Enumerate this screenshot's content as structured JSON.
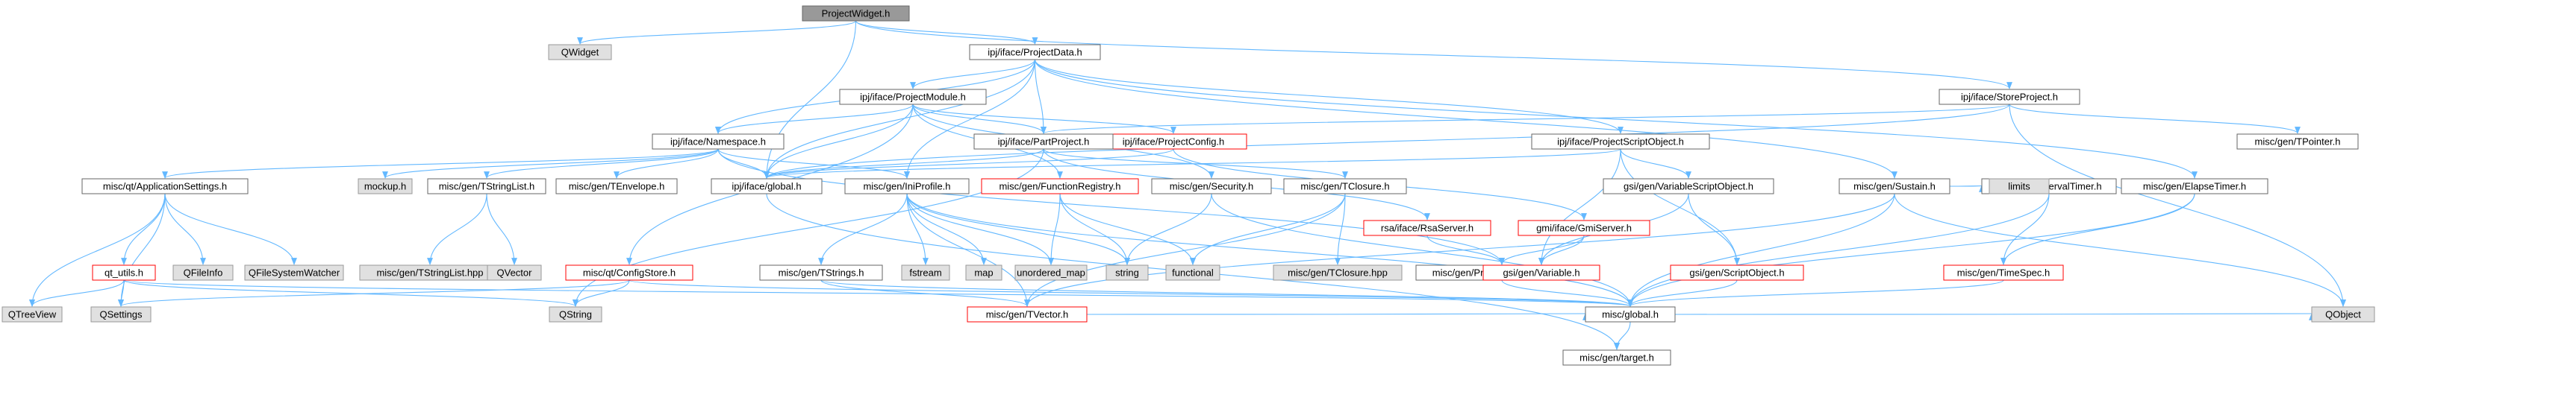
{
  "colors": {
    "edge": "#63b8ff",
    "fill_root": "#999999",
    "fill_normal": "#ffffff",
    "fill_missing": "#e0e0e0",
    "stroke_normal": "#666666",
    "stroke_missing": "#999999",
    "stroke_error": "#ff0000"
  },
  "nodes": [
    {
      "id": "ProjectWidget",
      "label": "ProjectWidget.h",
      "kind": "root"
    },
    {
      "id": "QWidget",
      "label": "QWidget",
      "kind": "missing"
    },
    {
      "id": "ProjectData",
      "label": "ipj/iface/ProjectData.h",
      "kind": "normal"
    },
    {
      "id": "StoreProject",
      "label": "ipj/iface/StoreProject.h",
      "kind": "normal"
    },
    {
      "id": "ProjectModule",
      "label": "ipj/iface/ProjectModule.h",
      "kind": "normal"
    },
    {
      "id": "Namespace",
      "label": "ipj/iface/Namespace.h",
      "kind": "normal"
    },
    {
      "id": "ProjectConfig",
      "label": "ipj/iface/ProjectConfig.h",
      "kind": "error"
    },
    {
      "id": "PartProject",
      "label": "ipj/iface/PartProject.h",
      "kind": "normal"
    },
    {
      "id": "ProjectScriptObject",
      "label": "ipj/iface/ProjectScriptObject.h",
      "kind": "normal"
    },
    {
      "id": "Sustain",
      "label": "misc/gen/Sustain.h",
      "kind": "normal"
    },
    {
      "id": "TPointer",
      "label": "misc/gen/TPointer.h",
      "kind": "normal"
    },
    {
      "id": "AppSettings",
      "label": "misc/qt/ApplicationSettings.h",
      "kind": "normal"
    },
    {
      "id": "mockup",
      "label": "mockup.h",
      "kind": "missing"
    },
    {
      "id": "TStringList",
      "label": "misc/gen/TStringList.h",
      "kind": "normal"
    },
    {
      "id": "TEnvelope",
      "label": "misc/gen/TEnvelope.h",
      "kind": "normal"
    },
    {
      "id": "ipjGlobal",
      "label": "ipj/iface/global.h",
      "kind": "normal"
    },
    {
      "id": "IniProfile",
      "label": "misc/gen/IniProfile.h",
      "kind": "normal"
    },
    {
      "id": "FunctionRegistry",
      "label": "misc/gen/FunctionRegistry.h",
      "kind": "error"
    },
    {
      "id": "Security",
      "label": "misc/gen/Security.h",
      "kind": "normal"
    },
    {
      "id": "TClosure",
      "label": "misc/gen/TClosure.h",
      "kind": "normal"
    },
    {
      "id": "RsaServer",
      "label": "rsa/iface/RsaServer.h",
      "kind": "error"
    },
    {
      "id": "GmiServer",
      "label": "gmi/iface/GmiServer.h",
      "kind": "error"
    },
    {
      "id": "VariableScriptObject",
      "label": "gsi/gen/VariableScriptObject.h",
      "kind": "normal"
    },
    {
      "id": "IntervalTimer",
      "label": "misc/gen/IntervalTimer.h",
      "kind": "normal"
    },
    {
      "id": "limits",
      "label": "limits",
      "kind": "missing"
    },
    {
      "id": "ElapseTimer",
      "label": "misc/gen/ElapseTimer.h",
      "kind": "normal"
    },
    {
      "id": "QTreeView",
      "label": "QTreeView",
      "kind": "missing"
    },
    {
      "id": "qt_utils",
      "label": "qt_utils.h",
      "kind": "error"
    },
    {
      "id": "QFileInfo",
      "label": "QFileInfo",
      "kind": "missing"
    },
    {
      "id": "QFileSystemWatcher",
      "label": "QFileSystemWatcher",
      "kind": "missing"
    },
    {
      "id": "TStringListHpp",
      "label": "misc/gen/TStringList.hpp",
      "kind": "missing"
    },
    {
      "id": "QVector",
      "label": "QVector",
      "kind": "missing"
    },
    {
      "id": "ConfigStore",
      "label": "misc/qt/ConfigStore.h",
      "kind": "error"
    },
    {
      "id": "TStrings",
      "label": "misc/gen/TStrings.h",
      "kind": "normal"
    },
    {
      "id": "fstream",
      "label": "fstream",
      "kind": "missing"
    },
    {
      "id": "map",
      "label": "map",
      "kind": "missing"
    },
    {
      "id": "unordered_map",
      "label": "unordered_map",
      "kind": "missing"
    },
    {
      "id": "string",
      "label": "string",
      "kind": "missing"
    },
    {
      "id": "functional",
      "label": "functional",
      "kind": "missing"
    },
    {
      "id": "TClosureHpp",
      "label": "misc/gen/TClosure.hpp",
      "kind": "missing"
    },
    {
      "id": "PropertySheetDialog",
      "label": "misc/gen/PropertySheetDialog.h",
      "kind": "normal"
    },
    {
      "id": "Variable",
      "label": "gsi/gen/Variable.h",
      "kind": "error"
    },
    {
      "id": "ScriptObject",
      "label": "gsi/gen/ScriptObject.h",
      "kind": "error"
    },
    {
      "id": "TimeSpec",
      "label": "misc/gen/TimeSpec.h",
      "kind": "error"
    },
    {
      "id": "QSettings",
      "label": "QSettings",
      "kind": "missing"
    },
    {
      "id": "QString",
      "label": "QString",
      "kind": "missing"
    },
    {
      "id": "TVector",
      "label": "misc/gen/TVector.h",
      "kind": "error"
    },
    {
      "id": "miscGlobal",
      "label": "misc/global.h",
      "kind": "normal"
    },
    {
      "id": "QObject",
      "label": "QObject",
      "kind": "missing"
    },
    {
      "id": "target",
      "label": "misc/gen/target.h",
      "kind": "normal"
    }
  ],
  "edges": [
    [
      "ProjectWidget",
      "QWidget"
    ],
    [
      "ProjectWidget",
      "ProjectData"
    ],
    [
      "ProjectWidget",
      "StoreProject"
    ],
    [
      "ProjectWidget",
      "ipjGlobal"
    ],
    [
      "ProjectData",
      "ProjectModule"
    ],
    [
      "ProjectData",
      "Namespace"
    ],
    [
      "ProjectData",
      "PartProject"
    ],
    [
      "ProjectData",
      "ProjectScriptObject"
    ],
    [
      "ProjectData",
      "Sustain"
    ],
    [
      "ProjectData",
      "ElapseTimer"
    ],
    [
      "ProjectData",
      "ipjGlobal"
    ],
    [
      "ProjectData",
      "IniProfile"
    ],
    [
      "StoreProject",
      "TPointer"
    ],
    [
      "StoreProject",
      "PartProject"
    ],
    [
      "StoreProject",
      "ipjGlobal"
    ],
    [
      "StoreProject",
      "QObject"
    ],
    [
      "ProjectModule",
      "Namespace"
    ],
    [
      "ProjectModule",
      "ProjectConfig"
    ],
    [
      "ProjectModule",
      "PartProject"
    ],
    [
      "ProjectModule",
      "ipjGlobal"
    ],
    [
      "ProjectModule",
      "FunctionRegistry"
    ],
    [
      "ProjectModule",
      "Security"
    ],
    [
      "ProjectModule",
      "ConfigStore"
    ],
    [
      "Namespace",
      "AppSettings"
    ],
    [
      "Namespace",
      "mockup"
    ],
    [
      "Namespace",
      "TStringList"
    ],
    [
      "Namespace",
      "TEnvelope"
    ],
    [
      "Namespace",
      "ipjGlobal"
    ],
    [
      "Namespace",
      "IniProfile"
    ],
    [
      "Namespace",
      "PropertySheetDialog"
    ],
    [
      "ProjectConfig",
      "ipjGlobal"
    ],
    [
      "ProjectConfig",
      "GmiServer"
    ],
    [
      "PartProject",
      "ipjGlobal"
    ],
    [
      "PartProject",
      "TClosure"
    ],
    [
      "PartProject",
      "RsaServer"
    ],
    [
      "PartProject",
      "QString"
    ],
    [
      "ProjectScriptObject",
      "VariableScriptObject"
    ],
    [
      "ProjectScriptObject",
      "Variable"
    ],
    [
      "ProjectScriptObject",
      "ScriptObject"
    ],
    [
      "ProjectScriptObject",
      "ipjGlobal"
    ],
    [
      "Sustain",
      "IntervalTimer"
    ],
    [
      "Sustain",
      "limits"
    ],
    [
      "Sustain",
      "miscGlobal"
    ],
    [
      "Sustain",
      "TVector"
    ],
    [
      "Sustain",
      "QObject"
    ],
    [
      "AppSettings",
      "QTreeView"
    ],
    [
      "AppSettings",
      "qt_utils"
    ],
    [
      "AppSettings",
      "QFileInfo"
    ],
    [
      "AppSettings",
      "QFileSystemWatcher"
    ],
    [
      "AppSettings",
      "QSettings"
    ],
    [
      "TStringList",
      "TStringListHpp"
    ],
    [
      "TStringList",
      "QVector"
    ],
    [
      "ipjGlobal",
      "target"
    ],
    [
      "IniProfile",
      "TStrings"
    ],
    [
      "IniProfile",
      "fstream"
    ],
    [
      "IniProfile",
      "map"
    ],
    [
      "IniProfile",
      "unordered_map"
    ],
    [
      "IniProfile",
      "string"
    ],
    [
      "IniProfile",
      "TVector"
    ],
    [
      "IniProfile",
      "miscGlobal"
    ],
    [
      "FunctionRegistry",
      "unordered_map"
    ],
    [
      "FunctionRegistry",
      "functional"
    ],
    [
      "FunctionRegistry",
      "string"
    ],
    [
      "Security",
      "string"
    ],
    [
      "Security",
      "miscGlobal"
    ],
    [
      "TClosure",
      "functional"
    ],
    [
      "TClosure",
      "TClosureHpp"
    ],
    [
      "TClosure",
      "TVector"
    ],
    [
      "RsaServer",
      "PropertySheetDialog"
    ],
    [
      "GmiServer",
      "PropertySheetDialog"
    ],
    [
      "GmiServer",
      "Variable"
    ],
    [
      "VariableScriptObject",
      "Variable"
    ],
    [
      "VariableScriptObject",
      "ScriptObject"
    ],
    [
      "IntervalTimer",
      "TimeSpec"
    ],
    [
      "IntervalTimer",
      "miscGlobal"
    ],
    [
      "ElapseTimer",
      "TimeSpec"
    ],
    [
      "ElapseTimer",
      "miscGlobal"
    ],
    [
      "qt_utils",
      "QTreeView"
    ],
    [
      "qt_utils",
      "QSettings"
    ],
    [
      "qt_utils",
      "QString"
    ],
    [
      "qt_utils",
      "miscGlobal"
    ],
    [
      "ConfigStore",
      "QString"
    ],
    [
      "ConfigStore",
      "QSettings"
    ],
    [
      "ConfigStore",
      "miscGlobal"
    ],
    [
      "TStrings",
      "TVector"
    ],
    [
      "TStrings",
      "miscGlobal"
    ],
    [
      "PropertySheetDialog",
      "miscGlobal"
    ],
    [
      "ScriptObject",
      "miscGlobal"
    ],
    [
      "TimeSpec",
      "miscGlobal"
    ],
    [
      "TVector",
      "miscGlobal"
    ],
    [
      "miscGlobal",
      "target"
    ],
    [
      "miscGlobal",
      "QObject"
    ]
  ]
}
